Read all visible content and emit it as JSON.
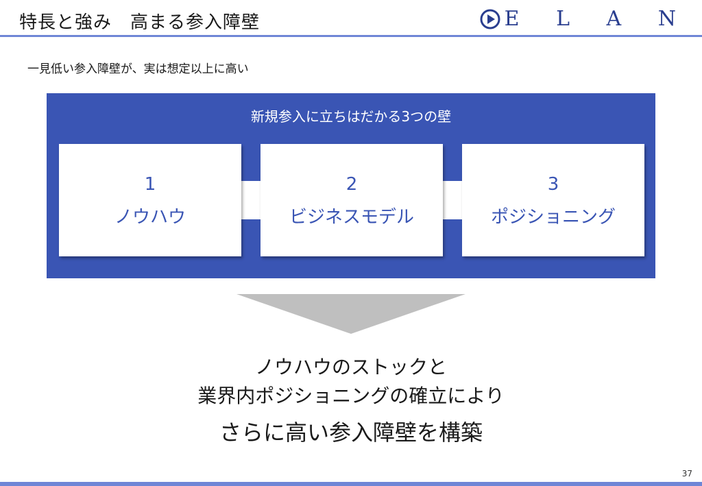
{
  "header": {
    "title": "特長と強み　高まる参入障壁",
    "logo_text": "E L A N",
    "accent_color": "#6f86d6",
    "logo_color": "#2a3e8f"
  },
  "subtitle": "一見低い参入障壁が、実は想定以上に高い",
  "panel": {
    "title": "新規参入に立ちはだかる3つの壁",
    "color": "#3a55b4",
    "walls": [
      {
        "number": "1",
        "label": "ノウハウ"
      },
      {
        "number": "2",
        "label": "ビジネスモデル"
      },
      {
        "number": "3",
        "label": "ポジショニング"
      }
    ]
  },
  "arrow": {
    "icon": "down-triangle-icon",
    "color": "#bfbfbf"
  },
  "conclusion": {
    "line1": "ノウハウのストックと",
    "line2": "業界内ポジショニングの確立により",
    "line3": "さらに高い参入障壁を構築"
  },
  "footer": {
    "page_number": "37"
  }
}
